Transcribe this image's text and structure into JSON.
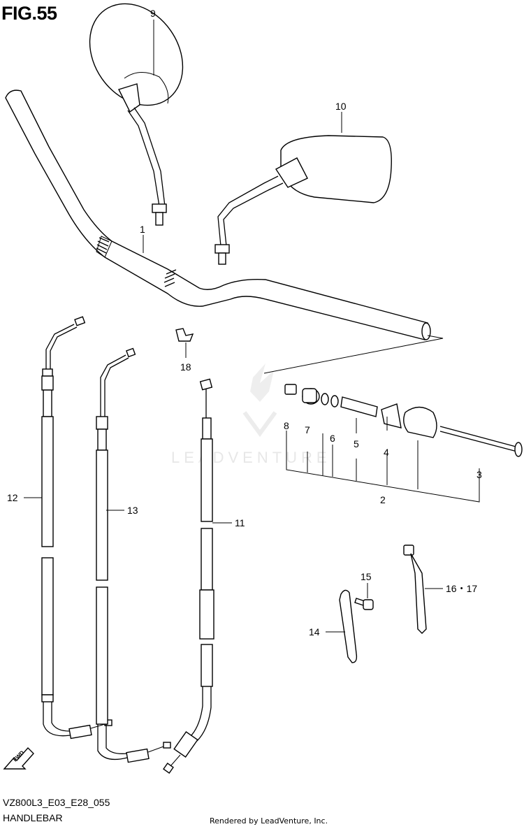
{
  "figure": {
    "title": "FIG.55",
    "model_code": "VZ800L3_E03_E28_055",
    "part_name": "HANDLEBAR",
    "render_credit": "Rendered by LeadVenture, Inc.",
    "watermark": "LEADVENTURE",
    "fwd_label": "FWD"
  },
  "callouts": {
    "c1": "1",
    "c2": "2",
    "c3": "3",
    "c4": "4",
    "c5": "5",
    "c6": "6",
    "c7": "7",
    "c8": "8",
    "c9": "9",
    "c10": "10",
    "c11": "11",
    "c12": "12",
    "c13": "13",
    "c14": "14",
    "c15": "15",
    "c16_17": "16・17",
    "c18": "18"
  }
}
